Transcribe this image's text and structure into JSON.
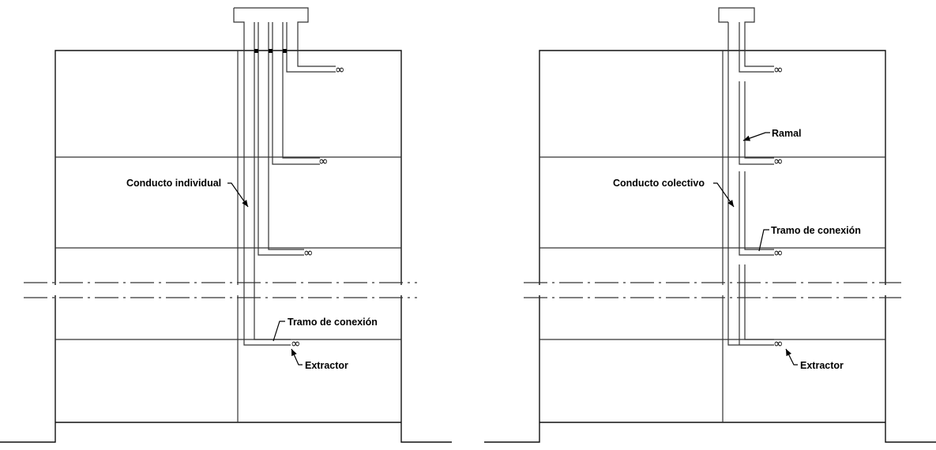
{
  "left_diagram": {
    "labels": {
      "duct": "Conducto individual",
      "connection": "Tramo de conexión",
      "extractor": "Extractor"
    }
  },
  "right_diagram": {
    "labels": {
      "branch": "Ramal",
      "duct": "Conducto colectivo",
      "connection": "Tramo de conexión",
      "extractor": "Extractor"
    }
  },
  "icons": {
    "extractor": "infinity-symbol"
  }
}
